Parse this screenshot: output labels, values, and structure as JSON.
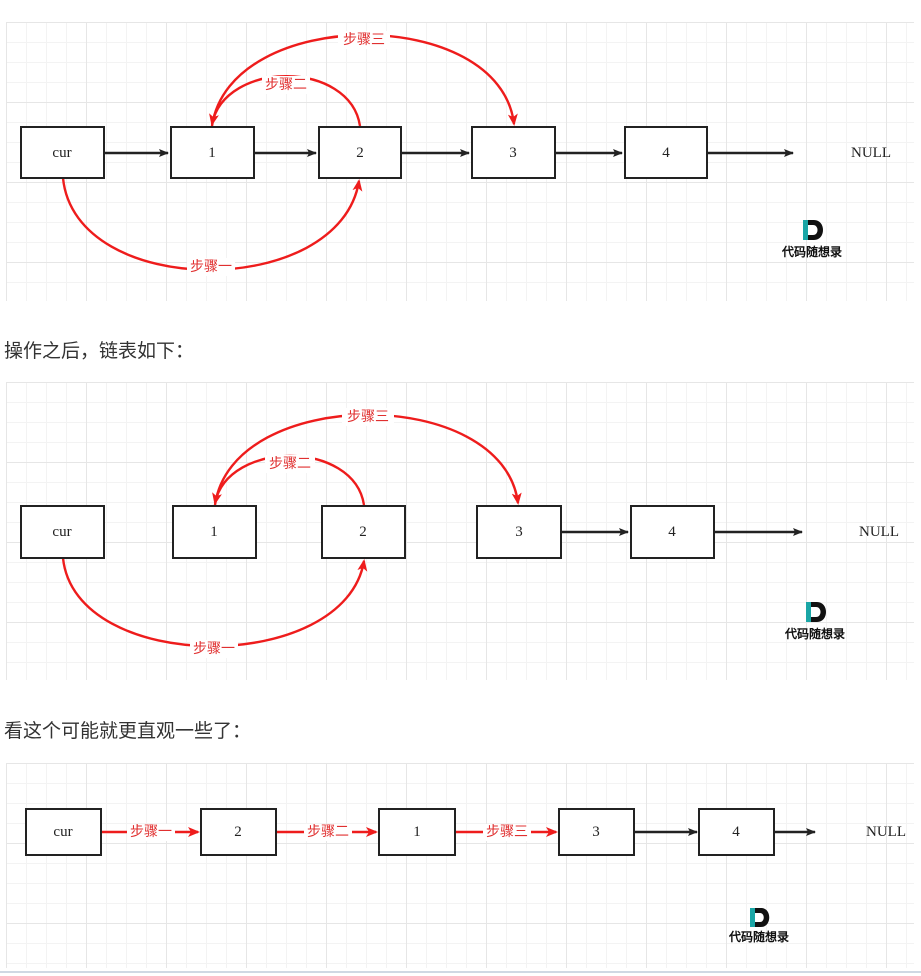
{
  "captions": {
    "after_op": "操作之后，链表如下：",
    "intuitive": "看这个可能就更直观一些了："
  },
  "diagram1": {
    "nodes": [
      "cur",
      "1",
      "2",
      "3",
      "4"
    ],
    "null_label": "NULL",
    "steps": {
      "one": "步骤一",
      "two": "步骤二",
      "three": "步骤三"
    }
  },
  "diagram2": {
    "nodes": [
      "cur",
      "1",
      "2",
      "3",
      "4"
    ],
    "null_label": "NULL",
    "steps": {
      "one": "步骤一",
      "two": "步骤二",
      "three": "步骤三"
    }
  },
  "diagram3": {
    "nodes": [
      "cur",
      "2",
      "1",
      "3",
      "4"
    ],
    "null_label": "NULL",
    "steps": {
      "one": "步骤一",
      "two": "步骤二",
      "three": "步骤三"
    }
  },
  "logo": {
    "letter": "D",
    "text": "代码随想录"
  },
  "colors": {
    "red": "#ee1c1c",
    "black": "#222222",
    "logo_teal": "#1aa6a6"
  }
}
